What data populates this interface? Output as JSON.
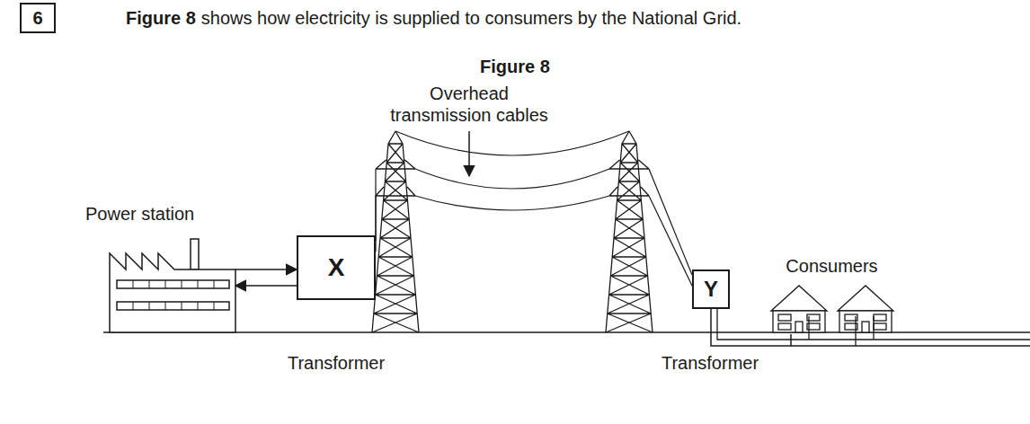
{
  "diagram": {
    "title": "Figure 8",
    "nodes": [
      {
        "text": [
          "Power station"
        ]
      },
      {
        "text": [
          "X"
        ]
      },
      {
        "text": [
          "Y"
        ]
      },
      {
        "text": [
          "Consumers"
        ]
      }
    ],
    "edges": [
      {
        "from": 0,
        "to": 1,
        "arrow": "to"
      },
      {
        "from": 1,
        "to": 0,
        "arrow": "to"
      },
      {
        "from": 2,
        "to": 3,
        "arrow": "none"
      }
    ],
    "labels": [
      "6",
      "Figure 8",
      "shows how electricity is supplied to consumers by the National Grid.",
      "Overhead transmission cables",
      "Transformer",
      "Transformer"
    ]
  }
}
